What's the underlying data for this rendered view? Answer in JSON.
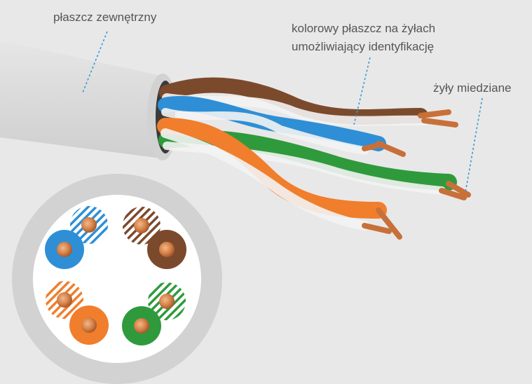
{
  "labels": {
    "outer_jacket": "płaszcz zewnętrzny",
    "colored_coating_line1": "kolorowy płaszcz na żyłach",
    "colored_coating_line2": "umożliwiający identyfikację",
    "copper_conductors": "żyły miedziane"
  },
  "colors": {
    "background": "#e8e8e8",
    "jacket": "#dcdcdc",
    "copper": "#c8703a",
    "pair_blue": "#2e8fd6",
    "pair_brown": "#7b4a2c",
    "pair_orange": "#f07e2c",
    "pair_green": "#2f9a3c",
    "leader_line": "#3a9ad6"
  },
  "cross_section": {
    "conductors": [
      {
        "color": "blue",
        "style": "striped"
      },
      {
        "color": "blue",
        "style": "solid"
      },
      {
        "color": "brown",
        "style": "striped"
      },
      {
        "color": "brown",
        "style": "solid"
      },
      {
        "color": "orange",
        "style": "striped"
      },
      {
        "color": "orange",
        "style": "solid"
      },
      {
        "color": "green",
        "style": "striped"
      },
      {
        "color": "green",
        "style": "solid"
      }
    ]
  }
}
